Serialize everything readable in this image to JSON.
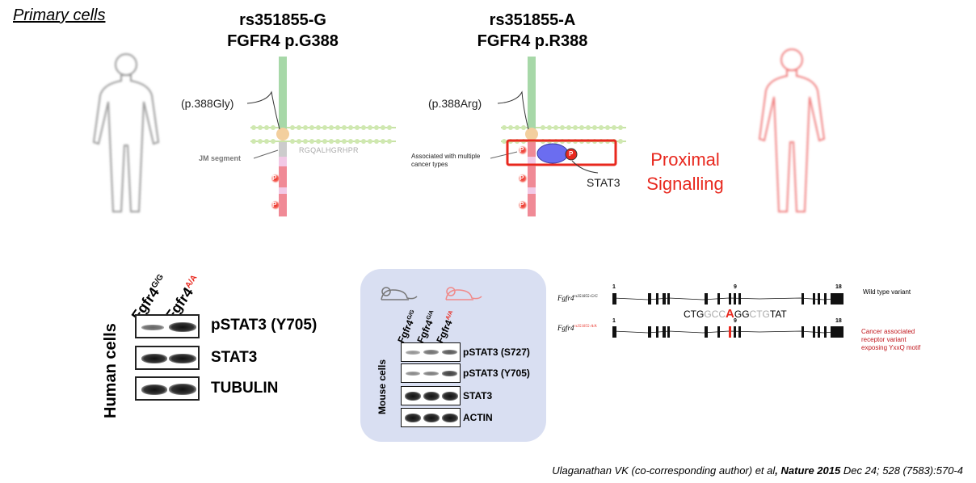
{
  "header": {
    "title": "Primary cells"
  },
  "variants": [
    {
      "rs": "rs351855-G",
      "protein": "FGFR4 p.G388",
      "residue_label": "(p.388Gly)",
      "segment_label": "JM segment",
      "sequence": "RGQALHGRHPR"
    },
    {
      "rs": "rs351855-A",
      "protein": "FGFR4 p.R388",
      "residue_label": "(p.388Arg)",
      "cancer_note": "Associated with multiple cancer types",
      "stat_label": "STAT3",
      "proximal_1": "Proximal",
      "proximal_2": "Signalling"
    }
  ],
  "phospho_symbol": "P",
  "human_blot": {
    "side_label": "Human cells",
    "lanes": [
      {
        "base": "Fgfr4",
        "sup": "G/G"
      },
      {
        "base": "Fgfr4",
        "sup": "A/A"
      }
    ],
    "rows": [
      "pSTAT3 (Y705)",
      "STAT3",
      "TUBULIN"
    ]
  },
  "mouse_blot": {
    "side_label": "Mouse cells",
    "lanes": [
      {
        "base": "Fgfr4",
        "sup": "G/G"
      },
      {
        "base": "Fgfr4",
        "sup": "G/A"
      },
      {
        "base": "Fgfr4",
        "sup": "A/A"
      }
    ],
    "rows": [
      "pSTAT3 (S727)",
      "pSTAT3 (Y705)",
      "STAT3",
      "ACTIN"
    ]
  },
  "gene_diagram": {
    "allele_wt": "Fgfr4",
    "allele_wt_sup": "rs351855-G/G",
    "allele_ca": "Fgfr4",
    "allele_ca_sup": "rs351855-A/A",
    "exon_start": "1",
    "exon_mid": "9",
    "exon_end": "18",
    "seq_pre": "CTG",
    "seq_grey1": "GCC",
    "seq_mut": "A",
    "seq_mid": "GG",
    "seq_grey2": "CTG",
    "seq_post": "TAT",
    "wt_note": "Wild type variant",
    "ca_note": "Cancer associated receptor variant exposing YxxQ motif"
  },
  "colors": {
    "accent_red": "#e8281e",
    "receptor_green": "#a7d8a8",
    "kinase_pink": "#f08a96",
    "stat_blue": "#6b6df0",
    "mouse_panel": "#d9dff2"
  },
  "citation": {
    "authors": "Ulaganathan VK (co-corresponding author) et al",
    "journal": ", Nature 2015",
    "ref": " Dec 24; 528 (7583):570-4"
  }
}
